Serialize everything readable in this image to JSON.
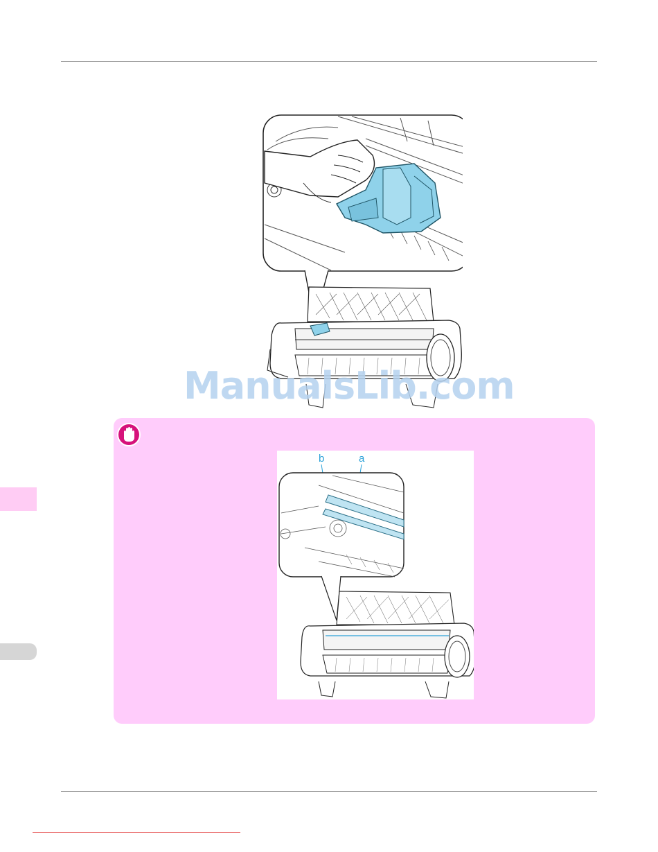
{
  "watermark": {
    "text": "ManualsLib.com"
  },
  "important_box": {
    "icon": "stop-hand-icon"
  },
  "figure2": {
    "callouts": [
      {
        "id": "b",
        "text": "b"
      },
      {
        "id": "a",
        "text": "a"
      }
    ]
  },
  "colors": {
    "accent_blue": "#7ec8e3",
    "callout_blue": "#2aa1d8",
    "important_bg": "#ffccfb",
    "side_tab_pink": "#ffccf4",
    "icon_magenta": "#d6127b"
  }
}
